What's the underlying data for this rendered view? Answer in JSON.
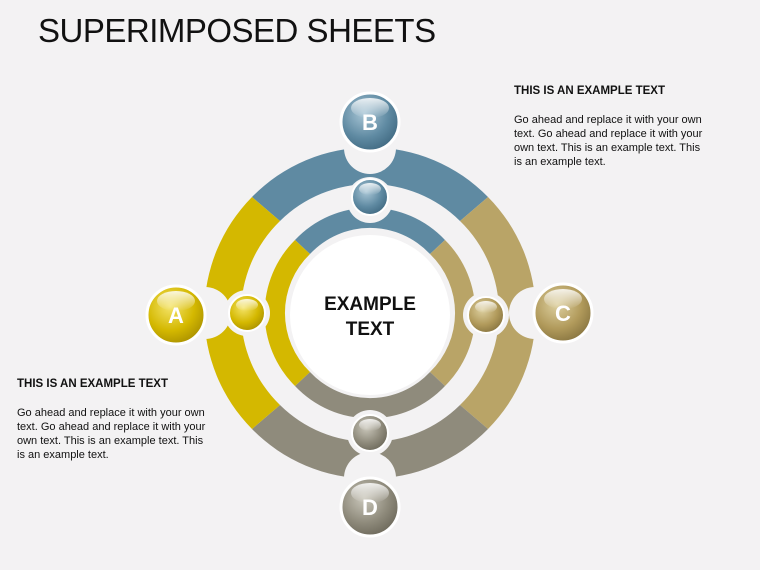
{
  "title": "SUPERIMPOSED SHEETS",
  "center": {
    "line1": "EXAMPLE",
    "line2": "TEXT"
  },
  "nodes": [
    {
      "letter": "A",
      "color": "#d4b800"
    },
    {
      "letter": "B",
      "color": "#5f8aa2"
    },
    {
      "letter": "C",
      "color": "#b19a5b"
    },
    {
      "letter": "D",
      "color": "#8f8b7c"
    }
  ],
  "text_blocks": [
    {
      "heading": "THIS IS AN EXAMPLE TEXT",
      "body": "Go ahead and replace it with your own text. Go ahead and replace it with your own text. This is an example text. This is an example text."
    },
    {
      "heading": "THIS IS AN EXAMPLE TEXT",
      "body": "Go ahead and replace it with your own text. Go ahead and replace it with your own text. This is an example text. This is an example text."
    }
  ]
}
